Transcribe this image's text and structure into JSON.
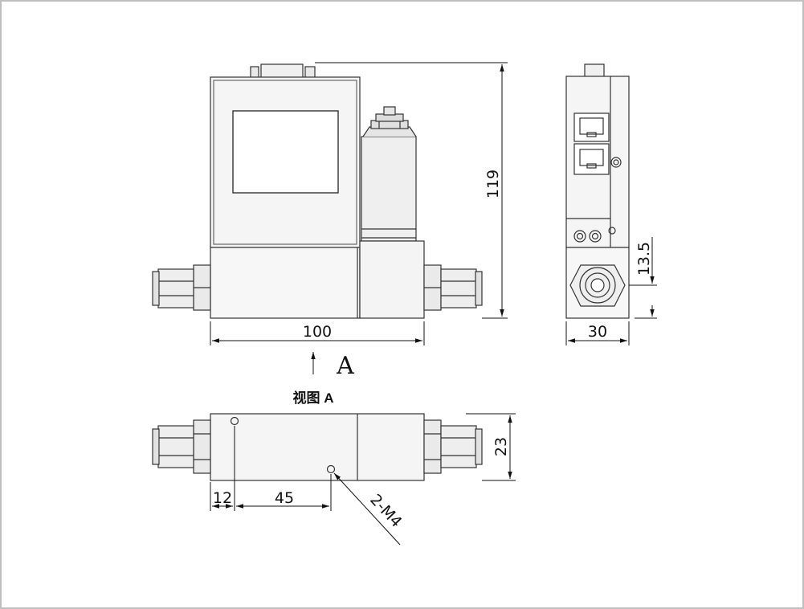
{
  "front_view": {
    "dim_width": "100",
    "dim_height": "119"
  },
  "side_view": {
    "dim_width": "30",
    "dim_port_height": "13.5"
  },
  "view_arrow": {
    "label": "A"
  },
  "bottom_view": {
    "title": "视图 A",
    "dim_height": "23",
    "dim_offset": "12",
    "dim_spacing": "45",
    "hole_callout": "2-M4"
  }
}
